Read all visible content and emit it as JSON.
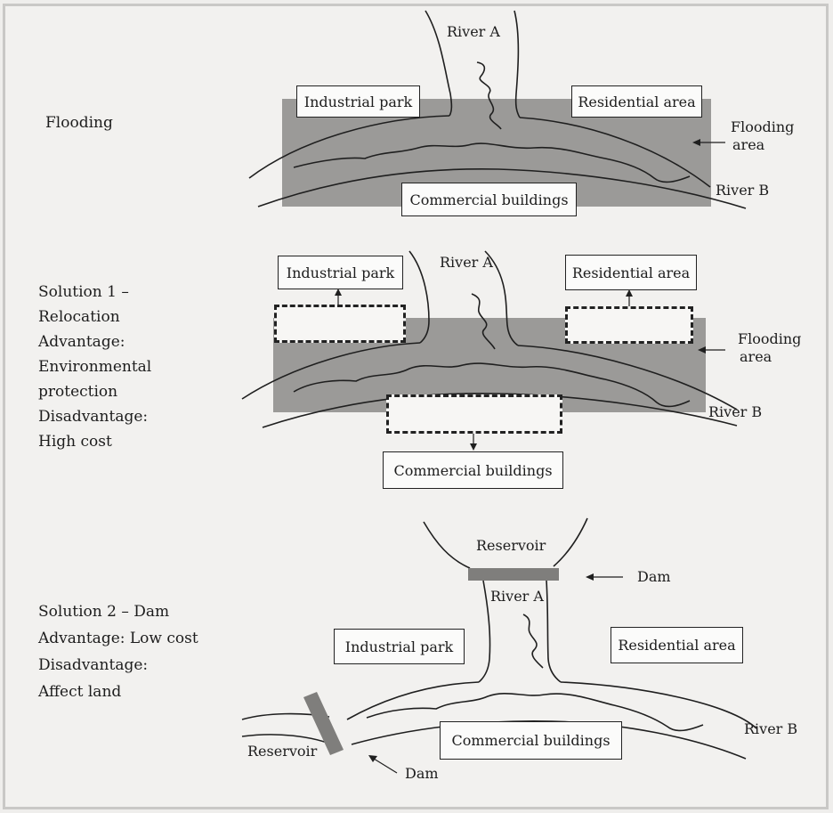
{
  "panels": {
    "flooding": {
      "title": "Flooding",
      "industrial": "Industrial park",
      "residential": "Residential area",
      "commercial": "Commercial buildings",
      "river_a": "River A",
      "river_b": "River B",
      "flooding_area_line1": "Flooding",
      "flooding_area_line2": "area"
    },
    "solution1": {
      "lines": [
        "Solution 1 –",
        "Relocation",
        "Advantage:",
        "Environmental",
        "protection",
        "Disadvantage:",
        "High cost"
      ],
      "industrial": "Industrial park",
      "residential": "Residential area",
      "commercial": "Commercial buildings",
      "river_a": "River A",
      "river_b": "River B",
      "flooding_area_line1": "Flooding",
      "flooding_area_line2": "area"
    },
    "solution2": {
      "lines": [
        "Solution 2 – Dam",
        "Advantage: Low cost",
        "Disadvantage:",
        "Affect land"
      ],
      "reservoir_top": "Reservoir",
      "dam_top": "Dam",
      "river_a": "River A",
      "industrial": "Industrial park",
      "residential": "Residential area",
      "commercial": "Commercial buildings",
      "river_b": "River B",
      "reservoir_bottom": "Reservoir",
      "dam_bottom": "Dam"
    }
  },
  "colors": {
    "flood_fill": "#9b9a98",
    "dam_fill": "#7f7e7c",
    "line": "#1f1f1f",
    "background": "#f2f1ef"
  }
}
